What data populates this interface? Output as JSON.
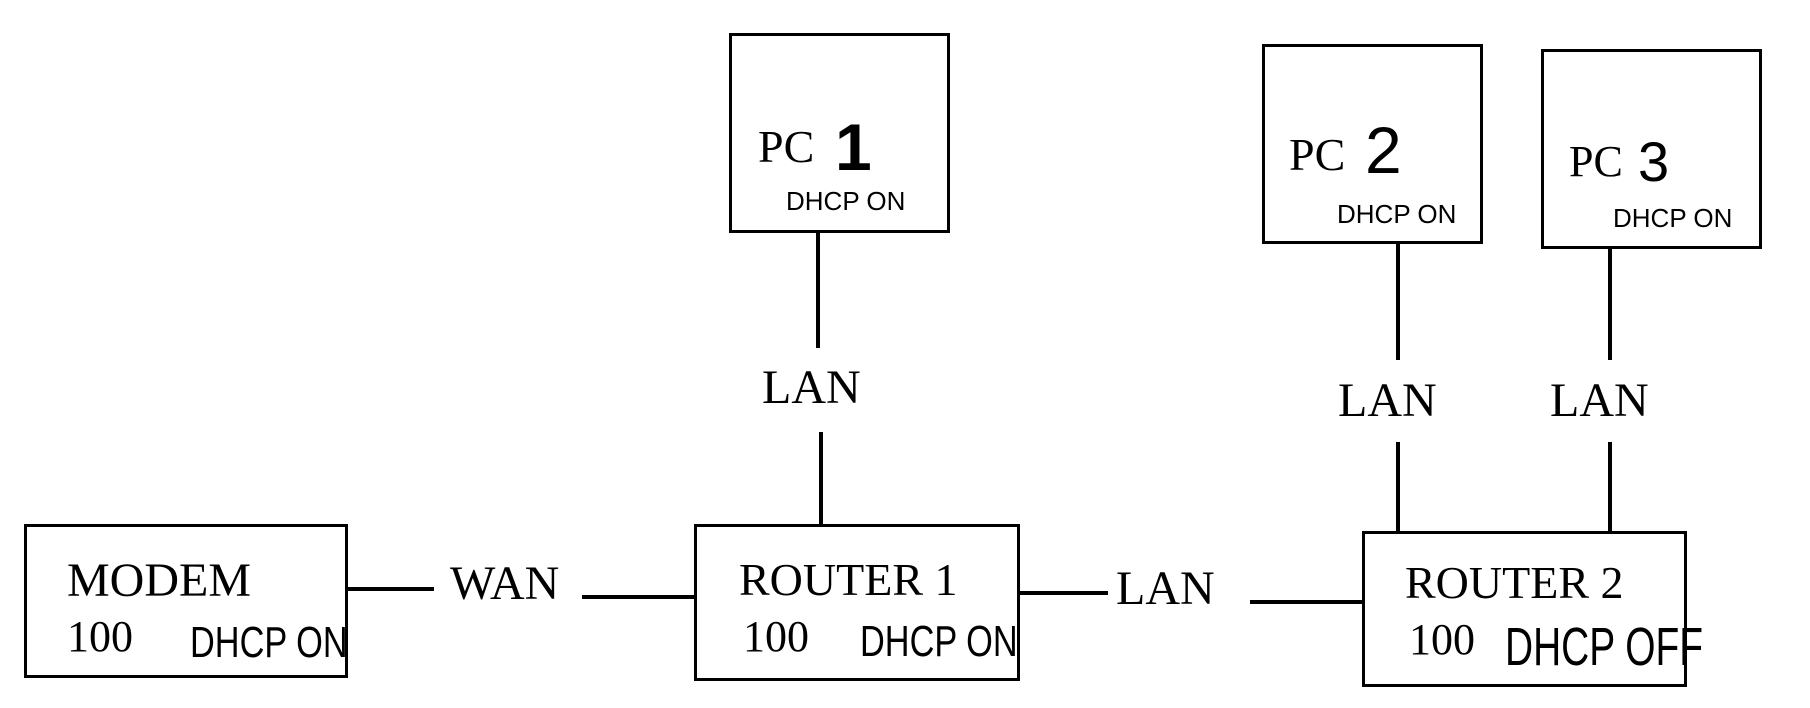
{
  "modem": {
    "name": "MODEM",
    "value": "100",
    "dhcp": "DHCP ON"
  },
  "router1": {
    "name": "ROUTER 1",
    "value": "100",
    "dhcp": "DHCP ON"
  },
  "router2": {
    "name": "ROUTER 2",
    "value": "100",
    "dhcp": "DHCP OFF"
  },
  "pc1": {
    "prefix": "PC",
    "number": "1",
    "dhcp": "DHCP ON"
  },
  "pc2": {
    "prefix": "PC",
    "number": "2",
    "dhcp": "DHCP ON"
  },
  "pc3": {
    "prefix": "PC",
    "number": "3",
    "dhcp": "DHCP ON"
  },
  "links": {
    "modem_router1": "WAN",
    "router1_router2": "LAN",
    "pc1_router1": "LAN",
    "pc2_router2": "LAN",
    "pc3_router2": "LAN"
  }
}
